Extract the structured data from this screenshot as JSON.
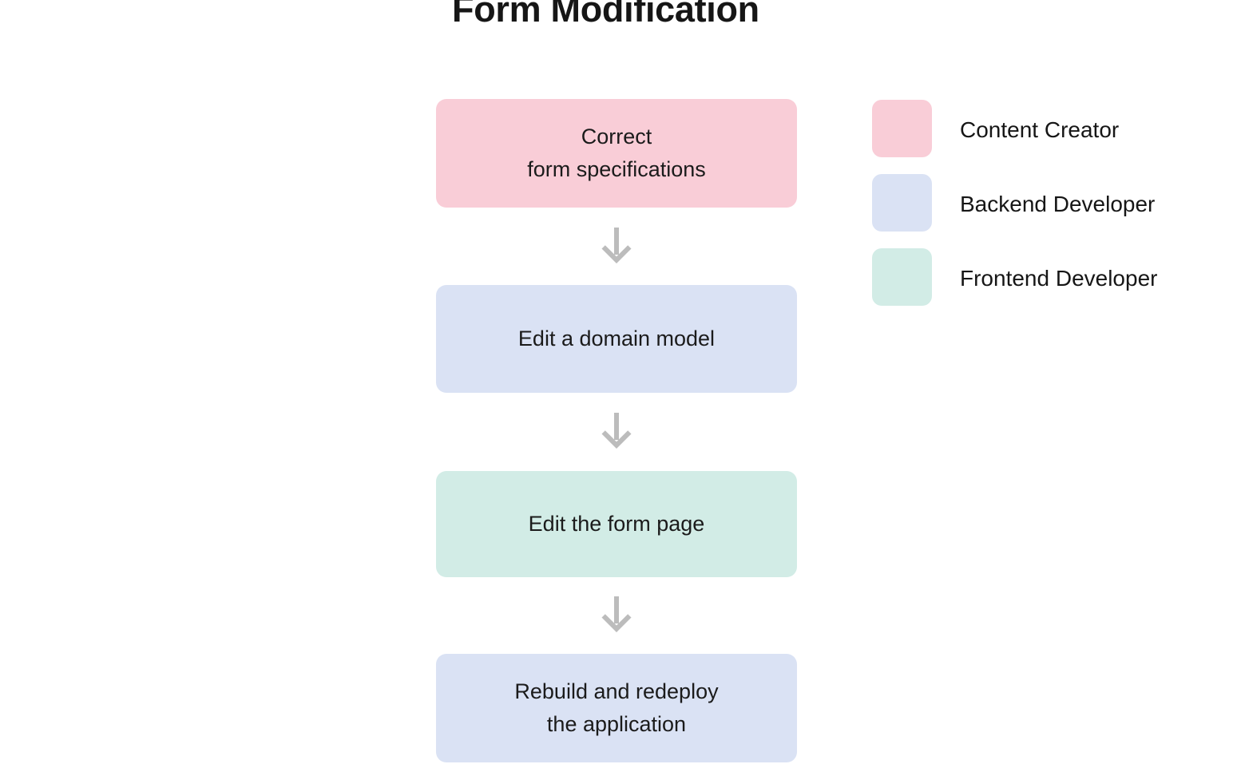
{
  "title": "Form Modification",
  "colors": {
    "content_creator": "#f9cdd7",
    "backend_developer": "#dae2f4",
    "frontend_developer": "#d2ece6",
    "arrow": "#bcbcbc",
    "text": "#1b1b1b",
    "background": "#ffffff"
  },
  "flow": {
    "arrow_icon_name": "down-arrow-icon",
    "nodes": [
      {
        "id": "correct-form-specifications",
        "label": "Correct\nform specifications",
        "role": "Content Creator",
        "color": "#f9cdd7"
      },
      {
        "id": "edit-a-domain-model",
        "label": "Edit a domain model",
        "role": "Backend Developer",
        "color": "#dae2f4"
      },
      {
        "id": "edit-the-form-page",
        "label": "Edit the form page",
        "role": "Frontend Developer",
        "color": "#d2ece6"
      },
      {
        "id": "rebuild-and-redeploy-the-application",
        "label": "Rebuild and redeploy\nthe application",
        "role": "Backend Developer",
        "color": "#dae2f4"
      }
    ]
  },
  "legend": {
    "items": [
      {
        "label": "Content Creator",
        "color": "#f9cdd7"
      },
      {
        "label": "Backend Developer",
        "color": "#dae2f4"
      },
      {
        "label": "Frontend Developer",
        "color": "#d2ece6"
      }
    ]
  }
}
